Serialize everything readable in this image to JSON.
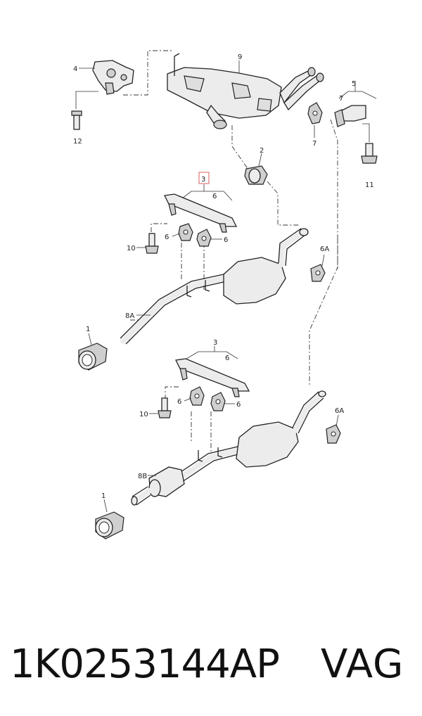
{
  "labels": {
    "l1": "1",
    "l1b": "1",
    "l2": "2",
    "l3": "3",
    "l3b": "3",
    "l4": "4",
    "l5": "5",
    "l6a": "6",
    "l6b": "6",
    "l6c": "6",
    "l6d": "6",
    "l6e": "6",
    "l6f": "6",
    "l6A": "6A",
    "l6Ab": "6A",
    "l7a": "7",
    "l7b": "7",
    "l8A": "8A",
    "l8B": "8B",
    "l9": "9",
    "l10a": "10",
    "l10b": "10",
    "l11": "11",
    "l12": "12"
  },
  "highlight_color": "#e07a7a",
  "part_number": "1K0253144AP",
  "brand": "VAG"
}
